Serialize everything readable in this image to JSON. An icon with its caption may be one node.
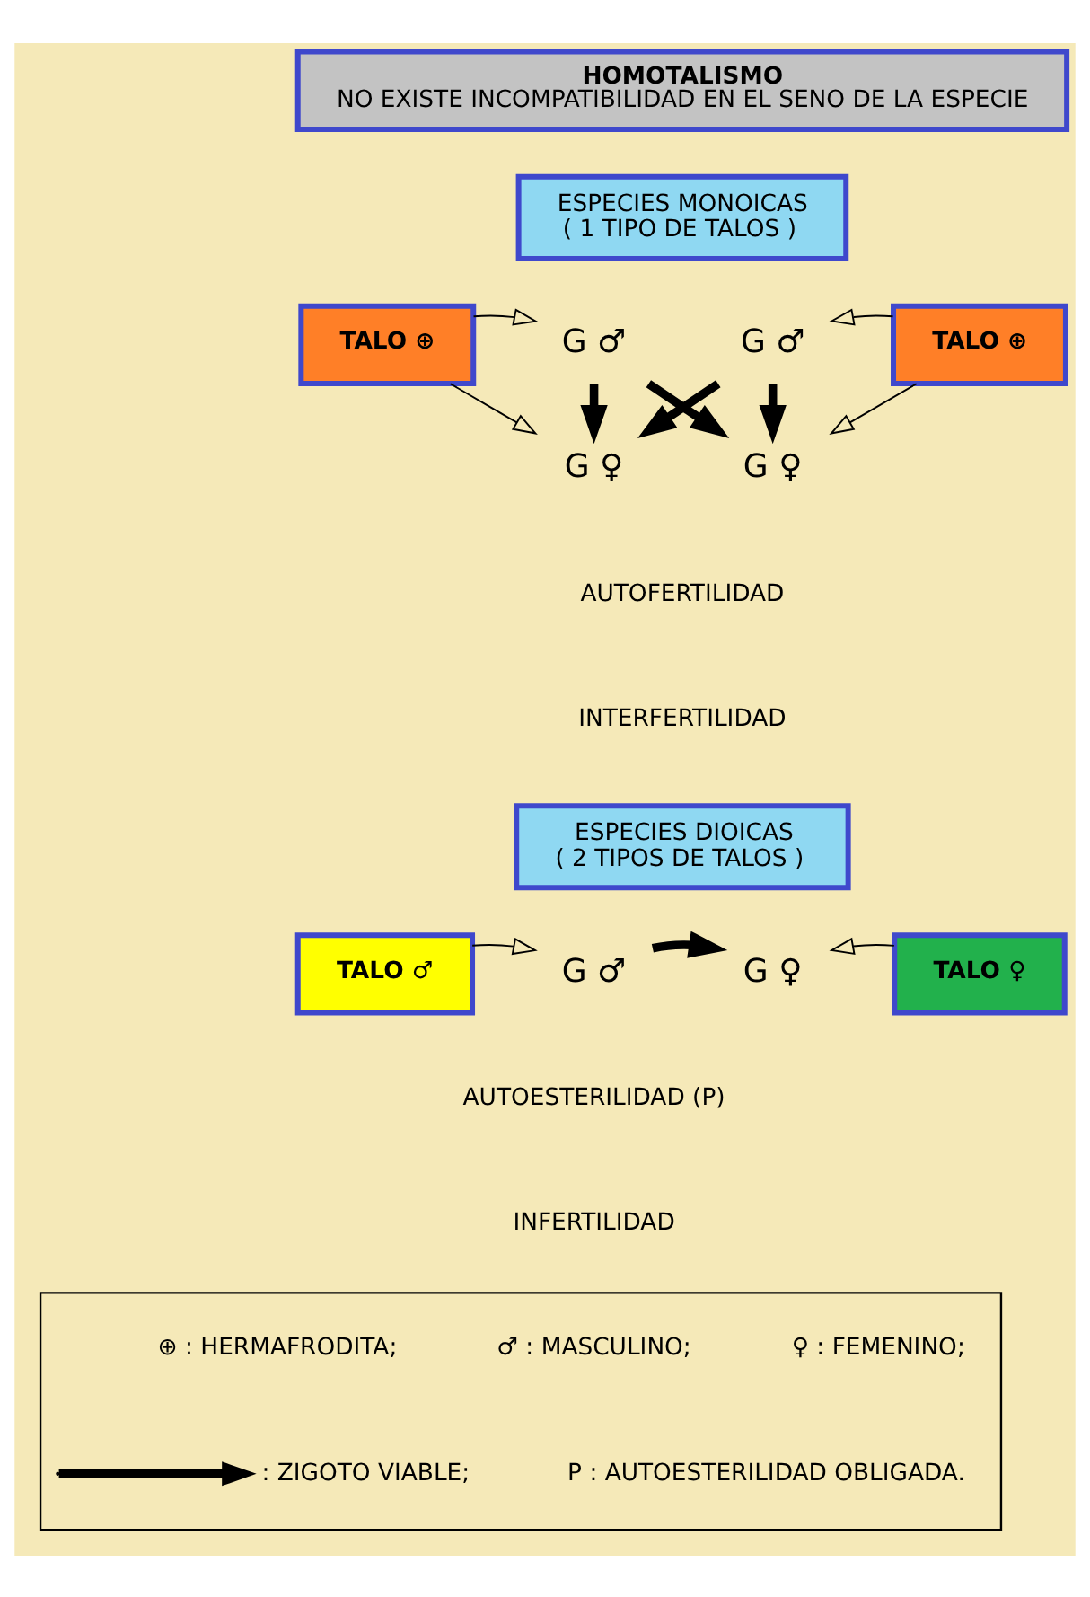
{
  "diagram": {
    "nodes": [
      {
        "text": [
          "HOMOTALISMO",
          "NO EXISTE INCOMPATIBILIDAD EN EL SENO DE LA ESPECIE"
        ]
      },
      {
        "text": [
          "ESPECIES MONOICAS",
          "( 1 TIPO DE TALOS )"
        ]
      },
      {
        "text": [
          "TALO ⊕"
        ]
      },
      {
        "text": [
          "G ♂"
        ]
      },
      {
        "text": [
          "G ♂"
        ]
      },
      {
        "text": [
          "G ♀"
        ]
      },
      {
        "text": [
          "G ♀"
        ]
      },
      {
        "text": [
          "TALO ⊕"
        ]
      },
      {
        "text": [
          "ESPECIES DIOICAS",
          "( 2 TIPOS DE TALOS )"
        ]
      },
      {
        "text": [
          "TALO ♂"
        ]
      },
      {
        "text": [
          "G ♂"
        ]
      },
      {
        "text": [
          "G ♀"
        ]
      },
      {
        "text": [
          "TALO ♀"
        ]
      },
      {
        "text": [],
        "shape": "box"
      }
    ],
    "edges": [
      {
        "from": 2,
        "to": 3,
        "arrow": "to"
      },
      {
        "from": 2,
        "to": 5,
        "arrow": "to"
      },
      {
        "from": 3,
        "to": 5,
        "arrow": "to",
        "style": "thick"
      },
      {
        "from": 3,
        "to": 6,
        "arrow": "to",
        "style": "thick"
      },
      {
        "from": 4,
        "to": 5,
        "arrow": "to",
        "style": "thick"
      },
      {
        "from": 4,
        "to": 6,
        "arrow": "to",
        "style": "thick"
      },
      {
        "from": 7,
        "to": 4,
        "arrow": "to"
      },
      {
        "from": 7,
        "to": 6,
        "arrow": "to"
      },
      {
        "from": 9,
        "to": 10,
        "arrow": "to"
      },
      {
        "from": 10,
        "to": 11,
        "arrow": "to",
        "style": "thick"
      },
      {
        "from": 12,
        "to": 11,
        "arrow": "to"
      }
    ],
    "labels": [
      "AUTOFERTILIDAD",
      "INTERFERTILIDAD",
      "AUTOESTERILIDAD (P)",
      "INFERTILIDAD"
    ],
    "legend": [
      {
        "text": "⊕ : HERMAFRODITA;"
      },
      {
        "text": "♂ : MASCULINO;"
      },
      {
        "text": "♀ : FEMENINO;"
      },
      {
        "text": ": ZIGOTO VIABLE;"
      },
      {
        "text": "P : AUTOESTERILIDAD OBLIGADA."
      }
    ]
  }
}
